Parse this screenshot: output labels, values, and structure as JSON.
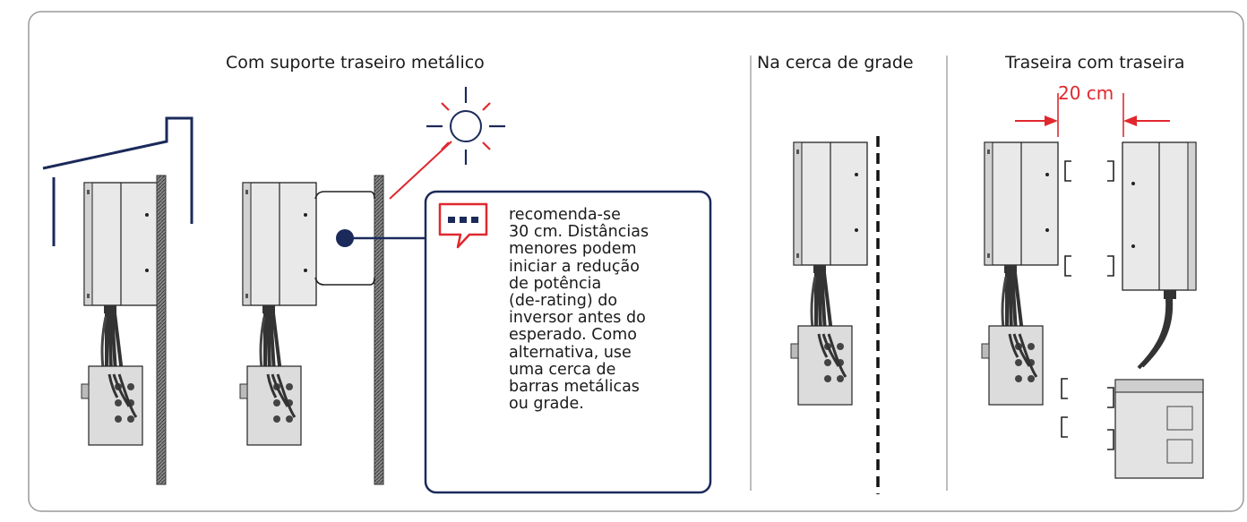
{
  "headings": {
    "section1": "Com suporte traseiro metálico",
    "section2": "Na cerca de grade",
    "section3": "Traseira com traseira"
  },
  "callout": {
    "text": "recomenda-se\n30 cm. Distâncias\nmenores podem\niniciar a redução\nde potência\n(de-rating) do\ninversor antes do\nesperado. Como\nalternativa, use\numa cerca de\nbarras metálicas\nou grade."
  },
  "dimension": {
    "label": "20 cm"
  },
  "colors": {
    "navy": "#1b2a5a",
    "red": "#e0282e",
    "frame": "#9a9a9a"
  },
  "icons": [
    "house-outline-icon",
    "sun-icon",
    "comment-icon",
    "inverter-unit-icon",
    "wall-icon",
    "bracket-icon",
    "dimension-arrow-icon"
  ]
}
